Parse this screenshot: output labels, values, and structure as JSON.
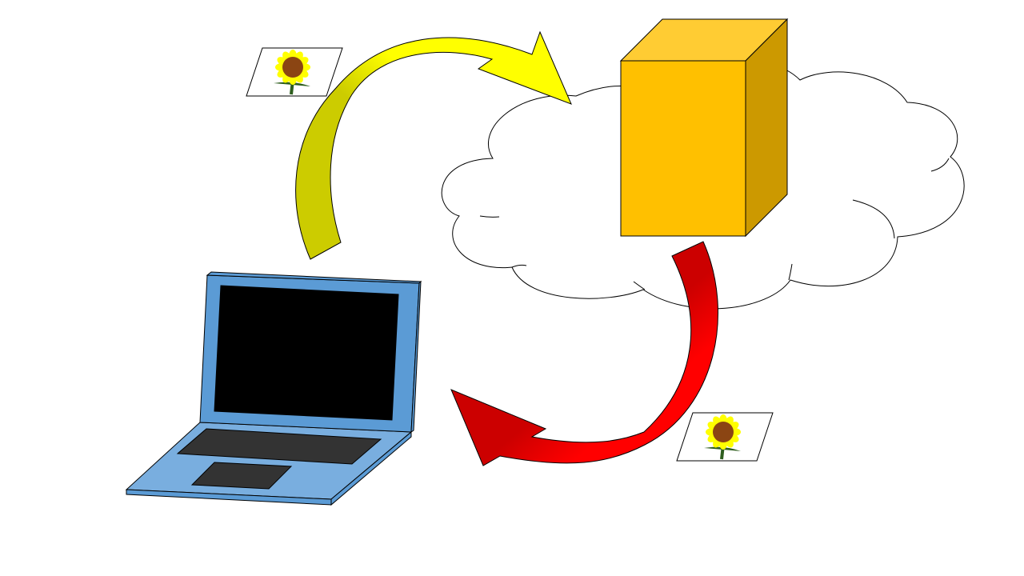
{
  "diagram": {
    "colors": {
      "background": "#ffffff",
      "outline": "#000000",
      "cloud_fill": "#ffffff",
      "server_front": "#ffc000",
      "server_top": "#ffcc33",
      "server_side": "#cc9900",
      "upload_arrow_head": "#ffff00",
      "upload_arrow_tail": "#cccc00",
      "download_arrow_head": "#ff0000",
      "download_arrow_tail": "#cc0000",
      "laptop_body": "#5b9bd5",
      "laptop_base": "#79aedf",
      "laptop_screen": "#000000",
      "laptop_keys": "#333333",
      "photo_frame": "#ffffff",
      "flower_petals": "#ffff00",
      "flower_center": "#8b4513",
      "flower_stem": "#2e5e1e"
    },
    "nodes": [
      {
        "id": "laptop",
        "icon": "laptop-icon"
      },
      {
        "id": "cloud",
        "icon": "cloud-icon"
      },
      {
        "id": "server",
        "icon": "server-box-icon"
      },
      {
        "id": "photo-upload",
        "icon": "sunflower-photo-icon"
      },
      {
        "id": "photo-download",
        "icon": "sunflower-photo-icon"
      }
    ],
    "edges": [
      {
        "id": "upload",
        "from": "laptop",
        "to": "cloud",
        "icon": "curved-arrow-icon"
      },
      {
        "id": "download",
        "from": "server",
        "to": "laptop",
        "icon": "curved-arrow-icon"
      }
    ]
  }
}
